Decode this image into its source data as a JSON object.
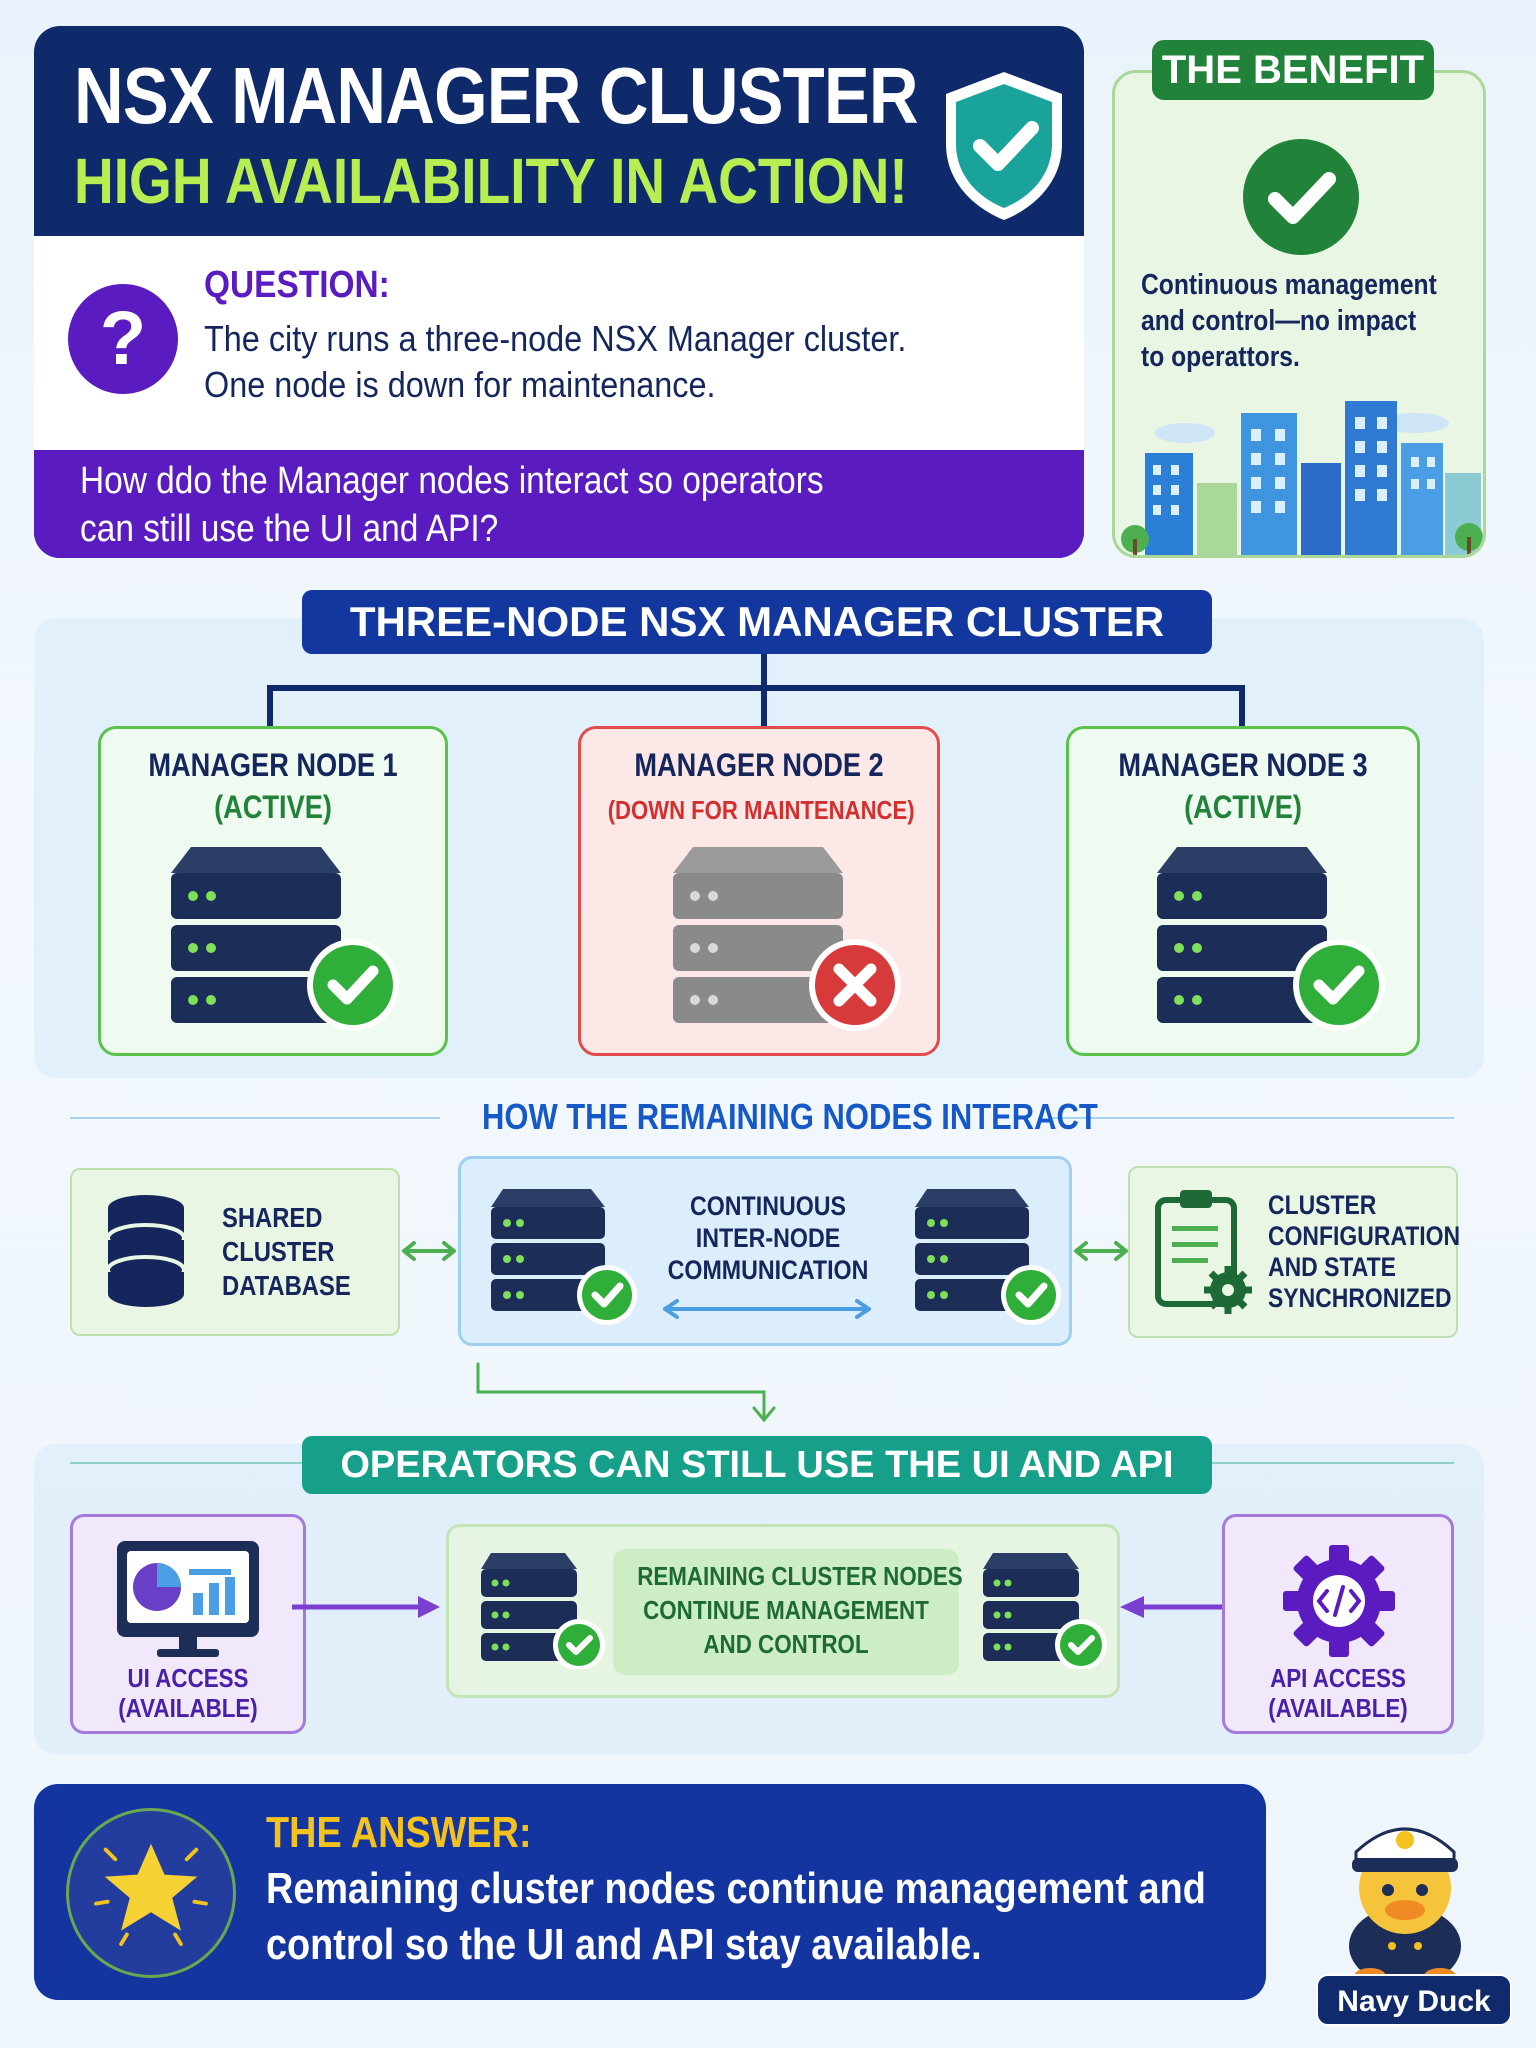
{
  "header": {
    "title": "NSX MANAGER CLUSTER",
    "subtitle": "HIGH AVAILABILITY IN ACTION!"
  },
  "question": {
    "label": "QUESTION:",
    "line1": "The city runs a three-node NSX Manager cluster.",
    "line2": "One node is down for maintenance.",
    "band_line1": "How ddo the Manager nodes interact so operators",
    "band_line2": "can still use the UI and API?"
  },
  "benefit": {
    "tag": "THE BENEFIT",
    "line1": "Continuous management",
    "line2": "and control—no impact",
    "line3": "to operattors."
  },
  "cluster": {
    "title": "THREE-NODE NSX MANAGER CLUSTER",
    "nodes": [
      {
        "name": "MANAGER NODE 1",
        "status": "(ACTIVE)"
      },
      {
        "name": "MANAGER NODE 2",
        "status": "(DOWN FOR MAINTENANCE)"
      },
      {
        "name": "MANAGER NODE 3",
        "status": "(ACTIVE)"
      }
    ]
  },
  "interaction": {
    "title": "HOW THE REMAINING NODES INTERACT",
    "database": [
      "SHARED",
      "CLUSTER",
      "DATABASE"
    ],
    "communication": [
      "CONTINUOUS",
      "INTER-NODE",
      "COMMUNICATION"
    ],
    "config": [
      "CLUSTER",
      "CONFIGURATION",
      "AND STATE",
      "SYNCHRONIZED"
    ]
  },
  "operators": {
    "title": "OPERATORS CAN STILL USE THE UI AND API",
    "ui": [
      "UI ACCESS",
      "(AVAILABLE)"
    ],
    "api": [
      "API ACCESS",
      "(AVAILABLE)"
    ],
    "remaining": [
      "REMAINING CLUSTER NODES",
      "CONTINUE MANAGEMENT",
      "AND CONTROL"
    ]
  },
  "answer": {
    "label": "THE ANSWER:",
    "line1": "Remaining cluster nodes continue management and",
    "line2": "control so the UI and API stay available."
  },
  "mascot": {
    "name": "Navy Duck"
  },
  "colors": {
    "navy": "#0f2a6b",
    "lime": "#b9ee53",
    "purple": "#5a1cc0",
    "green": "#21833a",
    "red": "#d32f2f",
    "teal": "#16a08a",
    "blue": "#1238a0",
    "gold": "#f3c21d"
  }
}
